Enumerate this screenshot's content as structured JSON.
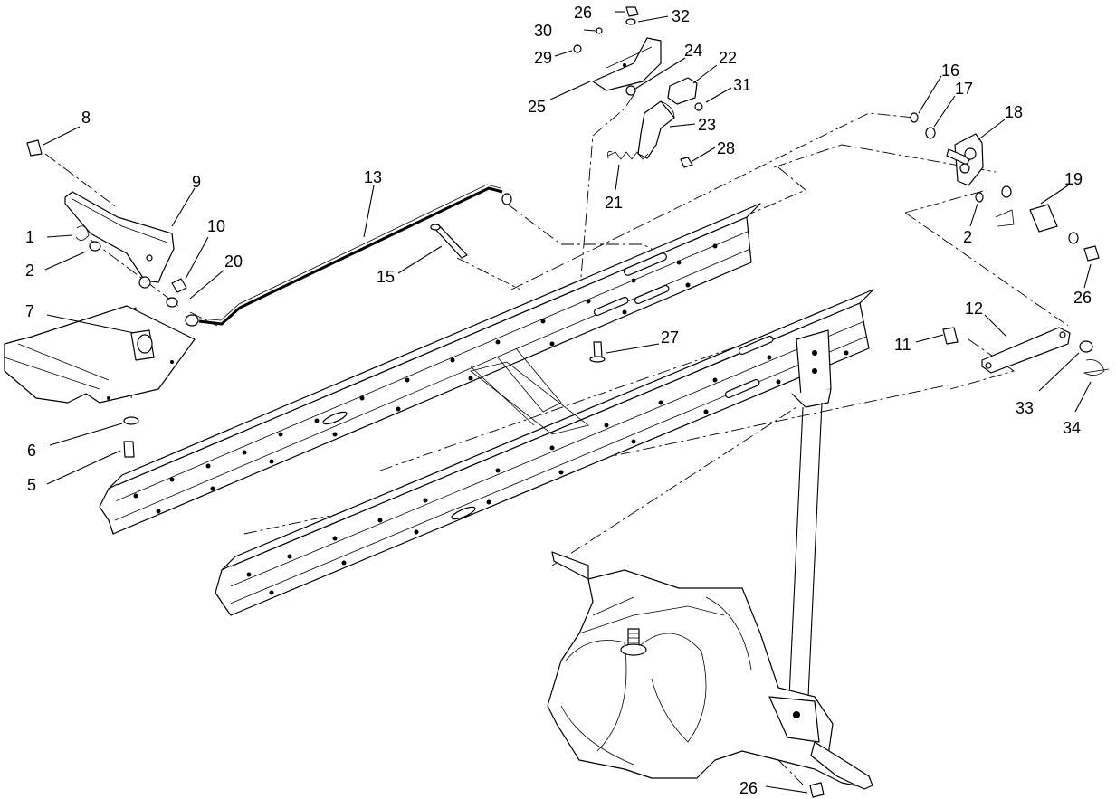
{
  "callouts": [
    {
      "id": "c1",
      "text": "1"
    },
    {
      "id": "c2a",
      "text": "2"
    },
    {
      "id": "c2b",
      "text": "2"
    },
    {
      "id": "c5",
      "text": "5"
    },
    {
      "id": "c6",
      "text": "6"
    },
    {
      "id": "c7",
      "text": "7"
    },
    {
      "id": "c8",
      "text": "8"
    },
    {
      "id": "c9",
      "text": "9"
    },
    {
      "id": "c10",
      "text": "10"
    },
    {
      "id": "c11",
      "text": "11"
    },
    {
      "id": "c12",
      "text": "12"
    },
    {
      "id": "c13",
      "text": "13"
    },
    {
      "id": "c15",
      "text": "15"
    },
    {
      "id": "c16",
      "text": "16"
    },
    {
      "id": "c17",
      "text": "17"
    },
    {
      "id": "c18",
      "text": "18"
    },
    {
      "id": "c19",
      "text": "19"
    },
    {
      "id": "c20",
      "text": "20"
    },
    {
      "id": "c21",
      "text": "21"
    },
    {
      "id": "c22",
      "text": "22"
    },
    {
      "id": "c23",
      "text": "23"
    },
    {
      "id": "c24",
      "text": "24"
    },
    {
      "id": "c25",
      "text": "25"
    },
    {
      "id": "c26a",
      "text": "26"
    },
    {
      "id": "c26b",
      "text": "26"
    },
    {
      "id": "c26c",
      "text": "26"
    },
    {
      "id": "c27",
      "text": "27"
    },
    {
      "id": "c28",
      "text": "28"
    },
    {
      "id": "c29",
      "text": "29"
    },
    {
      "id": "c30",
      "text": "30"
    },
    {
      "id": "c31",
      "text": "31"
    },
    {
      "id": "c32",
      "text": "32"
    },
    {
      "id": "c33",
      "text": "33"
    },
    {
      "id": "c34",
      "text": "34"
    }
  ]
}
